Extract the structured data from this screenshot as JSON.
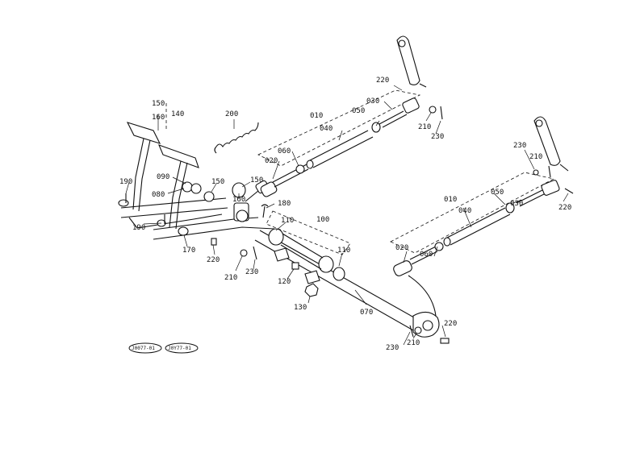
{
  "diagram": {
    "callouts": {
      "c150_top": "150",
      "c160_top": "160",
      "c140": "140",
      "c200": "200",
      "c190_a": "190",
      "c190_b": "190",
      "c090": "090",
      "c080": "080",
      "c150_a": "150",
      "c150_b": "150",
      "c160_mid": "160",
      "c180": "180",
      "c170": "170",
      "c220_l": "220",
      "c210_l": "210",
      "c230_l": "230",
      "c110_a": "110",
      "c100": "100",
      "c110_b": "110",
      "c120": "120",
      "c130": "130",
      "c070": "070",
      "c220_top": "220",
      "c030_top": "030",
      "c010_top": "010",
      "c050_top": "050",
      "c040_top": "040",
      "c060_top": "060",
      "c020_top": "020",
      "c210_top": "210",
      "c230_top": "230",
      "c230_r": "230",
      "c210_r": "210",
      "c010_r": "010",
      "c050_r": "050",
      "c030_r": "030",
      "c040_r": "040",
      "c060_r": "060",
      "c020_r": "020",
      "c220_r": "220",
      "c220_br": "220",
      "c210_br": "210",
      "c230_br": "230"
    },
    "reference_codes": [
      "J0077-01",
      "J0Y77-01"
    ]
  }
}
